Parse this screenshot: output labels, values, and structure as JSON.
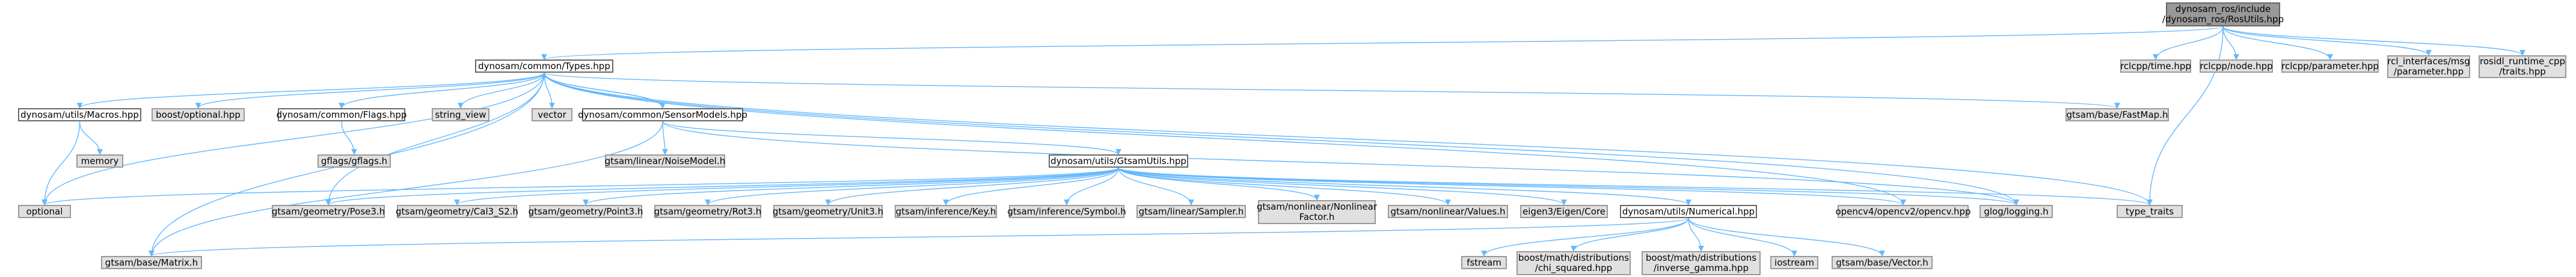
{
  "graph": {
    "nodes": [
      {
        "id": "root",
        "label": "dynosam_ros/include\n/dynosam_ros/RosUtils.hpp",
        "kind": "root"
      },
      {
        "id": "types",
        "label": "dynosam/common/Types.hpp",
        "kind": "doc"
      },
      {
        "id": "rcl_time",
        "label": "rclcpp/time.hpp",
        "kind": "ext"
      },
      {
        "id": "rcl_node",
        "label": "rclcpp/node.hpp",
        "kind": "ext"
      },
      {
        "id": "rcl_param",
        "label": "rclcpp/parameter.hpp",
        "kind": "ext"
      },
      {
        "id": "rcl_ifaces",
        "label": "rcl_interfaces/msg\n/parameter.hpp",
        "kind": "ext"
      },
      {
        "id": "rosidl",
        "label": "rosidl_runtime_cpp\n/traits.hpp",
        "kind": "ext"
      },
      {
        "id": "macros",
        "label": "dynosam/utils/Macros.hpp",
        "kind": "doc"
      },
      {
        "id": "boost_opt",
        "label": "boost/optional.hpp",
        "kind": "ext"
      },
      {
        "id": "flags",
        "label": "dynosam/common/Flags.hpp",
        "kind": "doc"
      },
      {
        "id": "string_view",
        "label": "string_view",
        "kind": "ext"
      },
      {
        "id": "vector",
        "label": "vector",
        "kind": "ext"
      },
      {
        "id": "sensor",
        "label": "dynosam/common/SensorModels.hpp",
        "kind": "doc"
      },
      {
        "id": "fastmap",
        "label": "gtsam/base/FastMap.h",
        "kind": "ext"
      },
      {
        "id": "memory",
        "label": "memory",
        "kind": "ext"
      },
      {
        "id": "gflags",
        "label": "gflags/gflags.h",
        "kind": "ext"
      },
      {
        "id": "noise",
        "label": "gtsam/linear/NoiseModel.h",
        "kind": "ext"
      },
      {
        "id": "gtsamutils",
        "label": "dynosam/utils/GtsamUtils.hpp",
        "kind": "doc"
      },
      {
        "id": "optional",
        "label": "optional",
        "kind": "ext"
      },
      {
        "id": "pose3",
        "label": "gtsam/geometry/Pose3.h",
        "kind": "ext"
      },
      {
        "id": "cal3",
        "label": "gtsam/geometry/Cal3_S2.h",
        "kind": "ext"
      },
      {
        "id": "point3",
        "label": "gtsam/geometry/Point3.h",
        "kind": "ext"
      },
      {
        "id": "rot3",
        "label": "gtsam/geometry/Rot3.h",
        "kind": "ext"
      },
      {
        "id": "unit3",
        "label": "gtsam/geometry/Unit3.h",
        "kind": "ext"
      },
      {
        "id": "key",
        "label": "gtsam/inference/Key.h",
        "kind": "ext"
      },
      {
        "id": "symbol",
        "label": "gtsam/inference/Symbol.h",
        "kind": "ext"
      },
      {
        "id": "sampler",
        "label": "gtsam/linear/Sampler.h",
        "kind": "ext"
      },
      {
        "id": "nlfactor",
        "label": "gtsam/nonlinear/Nonlinear\nFactor.h",
        "kind": "ext"
      },
      {
        "id": "values",
        "label": "gtsam/nonlinear/Values.h",
        "kind": "ext"
      },
      {
        "id": "eigen",
        "label": "eigen3/Eigen/Core",
        "kind": "ext"
      },
      {
        "id": "numerical",
        "label": "dynosam/utils/Numerical.hpp",
        "kind": "doc"
      },
      {
        "id": "opencv",
        "label": "opencv4/opencv2/opencv.hpp",
        "kind": "ext"
      },
      {
        "id": "glog",
        "label": "glog/logging.h",
        "kind": "ext"
      },
      {
        "id": "type_traits",
        "label": "type_traits",
        "kind": "ext"
      },
      {
        "id": "matrix",
        "label": "gtsam/base/Matrix.h",
        "kind": "ext"
      },
      {
        "id": "fstream",
        "label": "fstream",
        "kind": "ext"
      },
      {
        "id": "chi",
        "label": "boost/math/distributions\n/chi_squared.hpp",
        "kind": "ext"
      },
      {
        "id": "invgamma",
        "label": "boost/math/distributions\n/inverse_gamma.hpp",
        "kind": "ext"
      },
      {
        "id": "iostream",
        "label": "iostream",
        "kind": "ext"
      },
      {
        "id": "gvector",
        "label": "gtsam/base/Vector.h",
        "kind": "ext"
      }
    ],
    "edges": [
      [
        "root",
        "types"
      ],
      [
        "root",
        "rcl_time"
      ],
      [
        "root",
        "rcl_node"
      ],
      [
        "root",
        "rcl_param"
      ],
      [
        "root",
        "rcl_ifaces"
      ],
      [
        "root",
        "rosidl"
      ],
      [
        "root",
        "type_traits"
      ],
      [
        "types",
        "macros"
      ],
      [
        "types",
        "boost_opt"
      ],
      [
        "types",
        "flags"
      ],
      [
        "types",
        "string_view"
      ],
      [
        "types",
        "vector"
      ],
      [
        "types",
        "sensor"
      ],
      [
        "types",
        "fastmap"
      ],
      [
        "types",
        "optional"
      ],
      [
        "types",
        "pose3"
      ],
      [
        "types",
        "matrix"
      ],
      [
        "types",
        "opencv"
      ],
      [
        "types",
        "glog"
      ],
      [
        "types",
        "type_traits"
      ],
      [
        "sensor",
        "types"
      ],
      [
        "sensor",
        "noise"
      ],
      [
        "sensor",
        "gtsamutils"
      ],
      [
        "sensor",
        "matrix"
      ],
      [
        "sensor",
        "glog"
      ],
      [
        "macros",
        "memory"
      ],
      [
        "macros",
        "optional"
      ],
      [
        "flags",
        "gflags"
      ],
      [
        "gtsamutils",
        "optional"
      ],
      [
        "gtsamutils",
        "pose3"
      ],
      [
        "gtsamutils",
        "cal3"
      ],
      [
        "gtsamutils",
        "point3"
      ],
      [
        "gtsamutils",
        "rot3"
      ],
      [
        "gtsamutils",
        "unit3"
      ],
      [
        "gtsamutils",
        "key"
      ],
      [
        "gtsamutils",
        "symbol"
      ],
      [
        "gtsamutils",
        "sampler"
      ],
      [
        "gtsamutils",
        "nlfactor"
      ],
      [
        "gtsamutils",
        "values"
      ],
      [
        "gtsamutils",
        "eigen"
      ],
      [
        "gtsamutils",
        "numerical"
      ],
      [
        "gtsamutils",
        "opencv"
      ],
      [
        "gtsamutils",
        "glog"
      ],
      [
        "gtsamutils",
        "type_traits"
      ],
      [
        "numerical",
        "matrix"
      ],
      [
        "numerical",
        "fstream"
      ],
      [
        "numerical",
        "chi"
      ],
      [
        "numerical",
        "invgamma"
      ],
      [
        "numerical",
        "iostream"
      ],
      [
        "numerical",
        "gvector"
      ]
    ]
  },
  "colors": {
    "edge": "#63b8ff",
    "root_fill": "#999999",
    "node_fill": "#e0e0e0",
    "doc_fill": "#ffffff",
    "border": "#999999"
  }
}
